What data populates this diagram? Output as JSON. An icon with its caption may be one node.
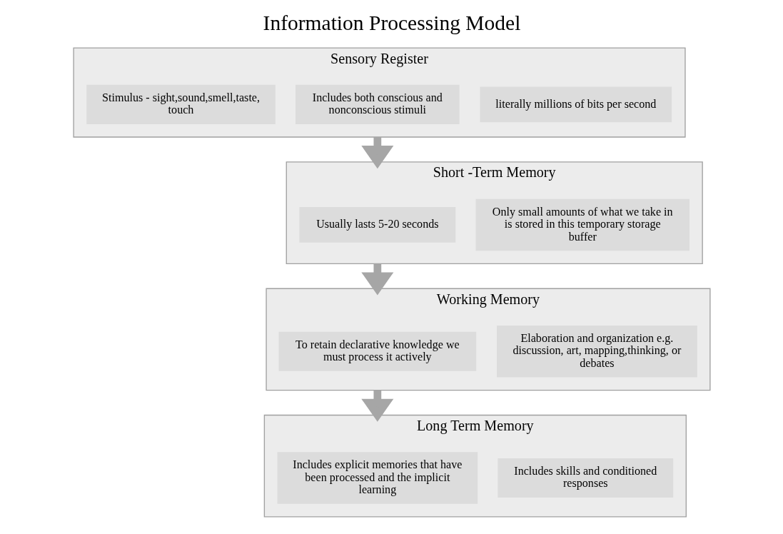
{
  "diagram": {
    "title": "Information Processing Model",
    "nodes": [
      {
        "text": [
          "Sensory Register"
        ]
      },
      {
        "text": [
          "Stimulus - sight,sound,smell,taste, touch"
        ],
        "in": 0
      },
      {
        "text": [
          "Includes both conscious and nonconscious stimuli"
        ],
        "in": 0
      },
      {
        "text": [
          "literally millions of bits per second"
        ],
        "in": 0
      },
      {
        "text": [
          "Short -Term Memory"
        ]
      },
      {
        "text": [
          "Usually lasts 5-20 seconds"
        ],
        "in": 4
      },
      {
        "text": [
          "Only small amounts of what we take in is stored in this temporary storage buffer"
        ],
        "in": 4
      },
      {
        "text": [
          "Working Memory"
        ]
      },
      {
        "text": [
          "To retain declarative knowledge we must process it actively"
        ],
        "in": 7
      },
      {
        "text": [
          "Elaboration and organization e.g. discussion, art, mapping,thinking, or debates"
        ],
        "in": 7
      },
      {
        "text": [
          "Long Term Memory"
        ]
      },
      {
        "text": [
          "Includes explicit memories that have been processed and the implicit learning"
        ],
        "in": 10
      },
      {
        "text": [
          "Includes skills and conditioned responses"
        ],
        "in": 10
      }
    ],
    "edges": [
      {
        "from": 0,
        "to": 4,
        "arrow": "to"
      },
      {
        "from": 4,
        "to": 7,
        "arrow": "to"
      },
      {
        "from": 7,
        "to": 10,
        "arrow": "to"
      }
    ]
  }
}
